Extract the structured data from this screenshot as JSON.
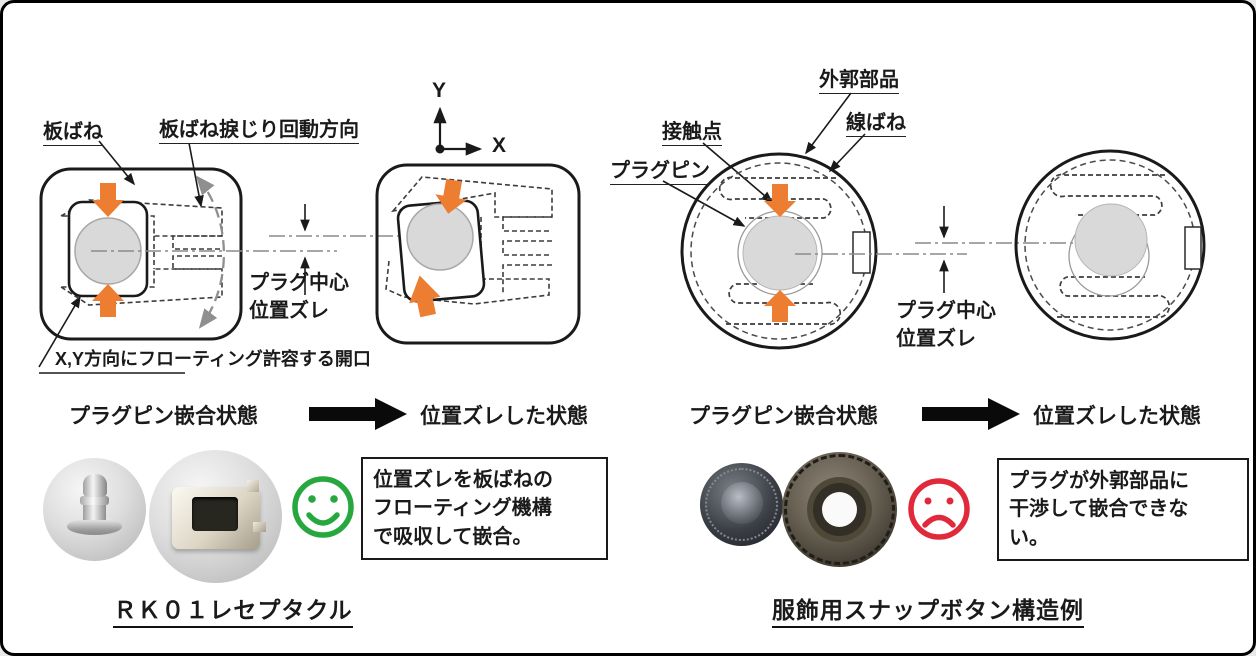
{
  "axis": {
    "x_label": "X",
    "y_label": "Y"
  },
  "left_panel": {
    "label_leaf_spring": "板ばね",
    "label_torsion_direction": "板ばね捩じり回動方向",
    "label_floating_opening": "X,Y方向にフローティング許容する開口",
    "offset_label_line1": "プラグ中心",
    "offset_label_line2": "位置ズレ",
    "state_mated": "プラグピン嵌合状態",
    "state_shifted": "位置ズレした状態",
    "note_line1": "位置ズレを板ばねの",
    "note_line2": "フローティング機構",
    "note_line3": "で吸収して嵌合。",
    "title": "ＲＫ０１レセプタクル"
  },
  "right_panel": {
    "label_shell": "外郭部品",
    "label_contact": "接触点",
    "label_wire_spring": "線ばね",
    "label_plug_pin": "プラグピン",
    "offset_label_line1": "プラグ中心",
    "offset_label_line2": "位置ズレ",
    "state_mated": "プラグピン嵌合状態",
    "state_shifted": "位置ズレした状態",
    "note_line1": "プラグが外郭部品に",
    "note_line2": "干渉して嵌合できな",
    "note_line3": "い。",
    "title": "服飾用スナップボタン構造例"
  },
  "colors": {
    "accent_orange": "#ED7D31",
    "status_good_green": "#27A83F",
    "status_bad_red": "#E0293A",
    "plug_fill_gray": "#D9D9D9"
  }
}
